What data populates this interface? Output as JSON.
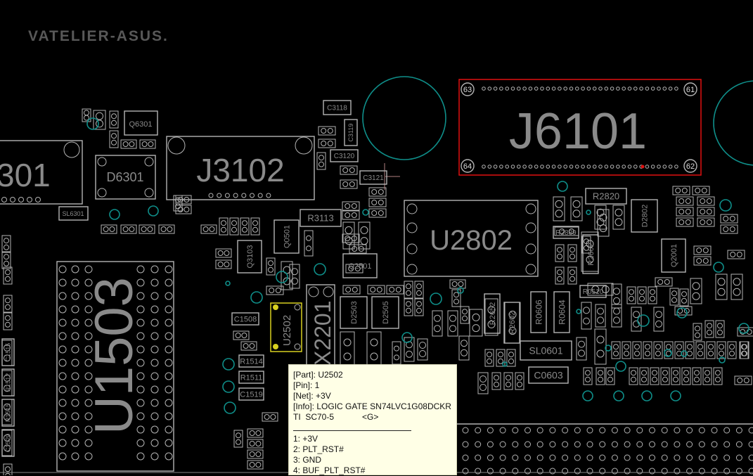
{
  "board": {
    "colors": {
      "outline": "#b4b4b4",
      "via": "#0f8f8a",
      "selected": "#e01010",
      "highlight": "#d8d020",
      "label": "#8a8a8a"
    },
    "parts": {
      "j6101": "J6101",
      "j6101_pins": [
        "63",
        "61",
        "64",
        "62"
      ],
      "j6301": "301",
      "j3102": "J3102",
      "d6301": "D6301",
      "q6301": "Q6301",
      "sl6301": "SL6301",
      "u1503": "U1503",
      "u2802": "U2802",
      "u2502": "U2502",
      "x2201": "X2201",
      "q3103": "Q3103",
      "q0501": "Q0501",
      "q2501": "Q2501",
      "d2503": "D2503",
      "d2505": "D2505",
      "r3113": "R3113",
      "c3118": "C3118",
      "c3119": "C3119",
      "c3120": "C3120",
      "c3121": "C3121",
      "r2820": "R2820",
      "d2802": "D2802",
      "q2001": "Q2001",
      "sl0601": "SL0601",
      "c0603": "C0603",
      "r0510": "R0510",
      "r0606": "R0606",
      "r0604": "R0604",
      "r2652": "R2652",
      "r2602": "R2602",
      "r2662": "R2662",
      "r2889": "R2889",
      "r1514": "R1514",
      "r1511": "R1511",
      "c1519": "C1519",
      "c1508": "C1508",
      "c1515": "C1515",
      "r1512": "R1512",
      "r1515": "R1515",
      "c1520": "C1520"
    }
  },
  "tooltip": {
    "part": "[Part]: U2502",
    "pin": "[Pin]: 1",
    "net": "[Net]: +3V",
    "info": "[Info]: LOGIC GATE SN74LVC1G08DCKR",
    "info2": "TI  SC70-5            <G>",
    "pins": [
      "1: +3V",
      "2: PLT_RST#",
      "3: GND",
      "4: BUF_PLT_RST#"
    ]
  },
  "watermark": "VATELIER-ASUS."
}
